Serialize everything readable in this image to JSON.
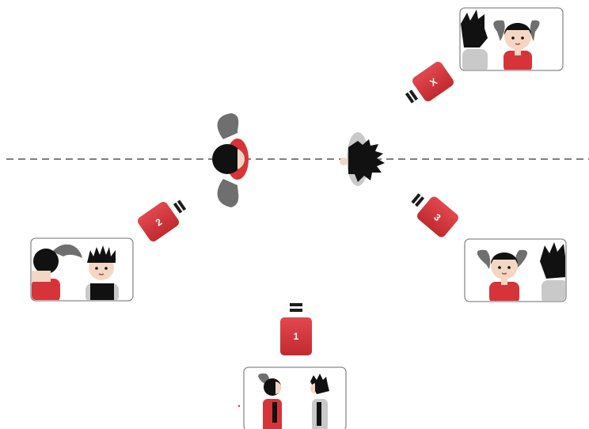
{
  "diagram": {
    "colors": {
      "camera_red": "#d7343a",
      "camera_red_dark": "#b3262b",
      "lens_black": "#1c1c1c",
      "hair_black": "#111111",
      "hair_grey": "#6f6f6f",
      "skin": "#f3d7c4",
      "shirt_red": "#d7343a",
      "shirt_grey": "#c9c9c9",
      "frame_border": "#8a8a8a",
      "axis_line": "#555555"
    },
    "cameras": [
      {
        "label": "X",
        "name": "camera-x"
      },
      {
        "label": "2",
        "name": "camera-2"
      },
      {
        "label": "3",
        "name": "camera-3"
      },
      {
        "label": "1",
        "name": "camera-1"
      }
    ],
    "frames": [
      {
        "name": "frame-x-shot",
        "description_icon": "girl-right-boy-left-icon"
      },
      {
        "name": "frame-2-shot",
        "description_icon": "girl-left-boy-right-icon"
      },
      {
        "name": "frame-3-shot",
        "description_icon": "girl-left-boy-right-icon"
      },
      {
        "name": "frame-1-shot",
        "description_icon": "two-shot-icon"
      }
    ]
  }
}
